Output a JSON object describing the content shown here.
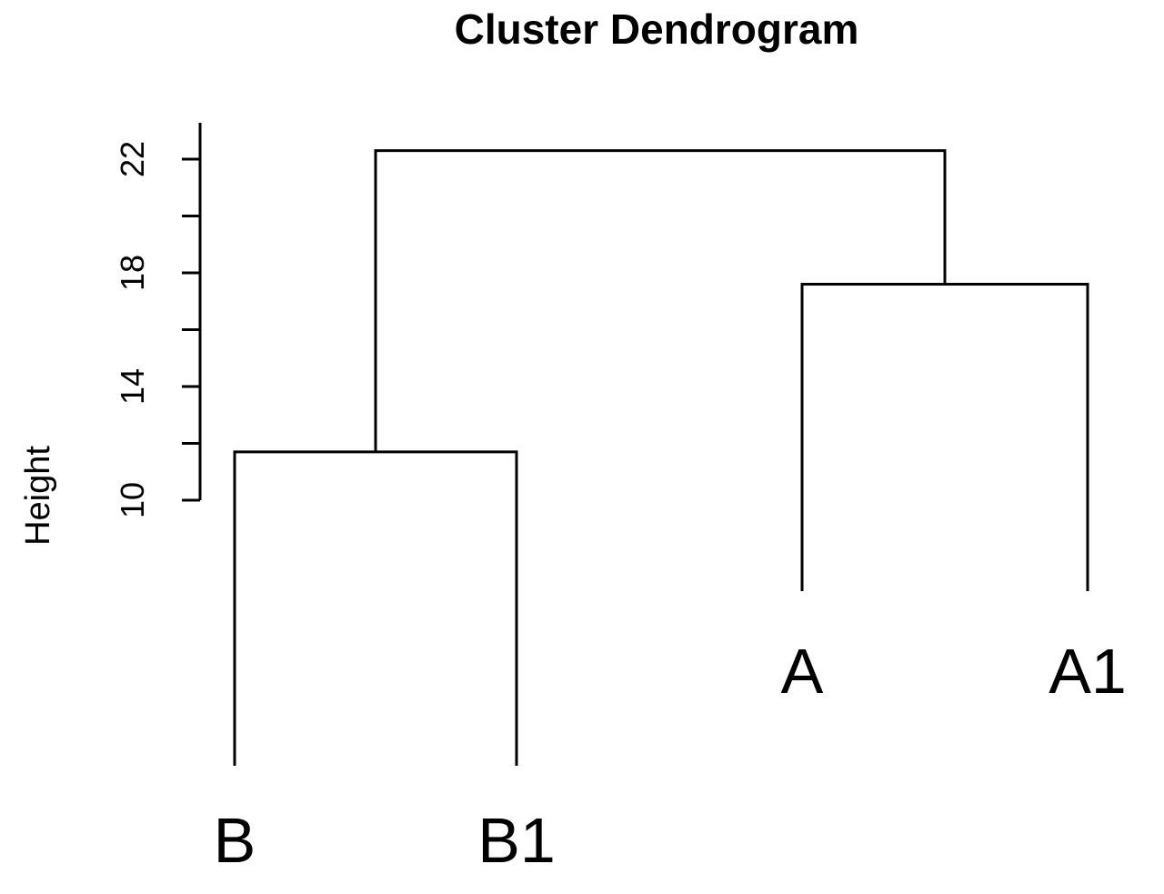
{
  "chart_data": {
    "type": "dendrogram",
    "title": "Cluster Dendrogram",
    "ylabel": "Height",
    "y_ticks": [
      10,
      12,
      14,
      16,
      18,
      20,
      22
    ],
    "y_tick_labels": [
      "10",
      "14",
      "18",
      "22"
    ],
    "leaves": [
      "B",
      "B1",
      "A",
      "A1"
    ],
    "merges": [
      {
        "left": "B",
        "right": "B1",
        "height": 11.7
      },
      {
        "left": "A",
        "right": "A1",
        "height": 17.6
      },
      {
        "left": "B+B1",
        "right": "A+A1",
        "height": 22.3
      }
    ]
  }
}
